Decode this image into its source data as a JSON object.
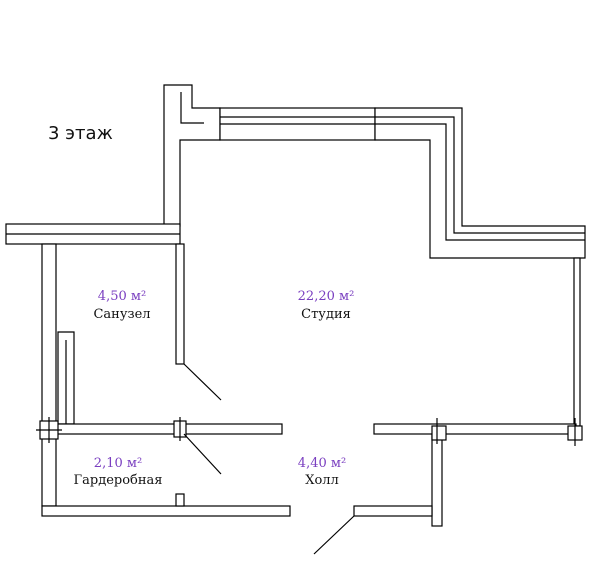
{
  "floor_title": "3 этаж",
  "colors": {
    "area": "#7a3fc0",
    "label": "#111111",
    "line": "#000000"
  },
  "rooms": [
    {
      "name": "Санузел",
      "area": "4,50 м²"
    },
    {
      "name": "Студия",
      "area": "22,20 м²"
    },
    {
      "name": "Гардеробная",
      "area": "2,10 м²"
    },
    {
      "name": "Холл",
      "area": "4,40 м²"
    }
  ]
}
